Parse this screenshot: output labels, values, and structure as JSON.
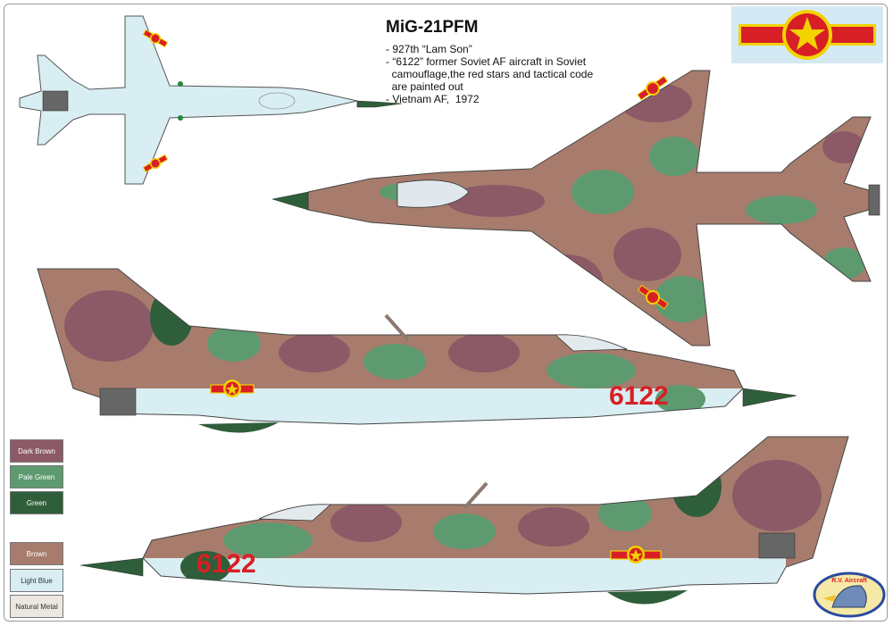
{
  "title": "MiG-21PFM",
  "notes": [
    "- 927th “Lam Son”",
    "- “6122” former Soviet AF aircraft in Soviet",
    "  camouflage,the red stars and tactical code",
    "  are painted out",
    "- Vietnam AF,  1972"
  ],
  "tactical_code": "6122",
  "logo_text": "R.V. Aircraft",
  "colors": {
    "dark_brown": "#8c5a66",
    "pale_green": "#5e9a70",
    "green": "#2e5e3a",
    "brown": "#a77c6c",
    "light_blue": "#d8eef2",
    "natural_metal": "#ede7e1",
    "roundel_red": "#d91f26",
    "roundel_yellow": "#f2d300"
  },
  "legend": [
    {
      "label": "Dark Brown",
      "color": "#8c5a66",
      "text_color": "#ffffff"
    },
    {
      "label": "Pale Green",
      "color": "#5e9a70",
      "text_color": "#ffffff"
    },
    {
      "label": "Green",
      "color": "#2e5e3a",
      "text_color": "#ffffff"
    },
    {
      "label": "Brown",
      "color": "#a77c6c",
      "text_color": "#ffffff"
    },
    {
      "label": "Light Blue",
      "color": "#d8eef2",
      "text_color": "#333333"
    },
    {
      "label": "Natural  Metal",
      "color": "#ede7e1",
      "text_color": "#333333"
    }
  ]
}
